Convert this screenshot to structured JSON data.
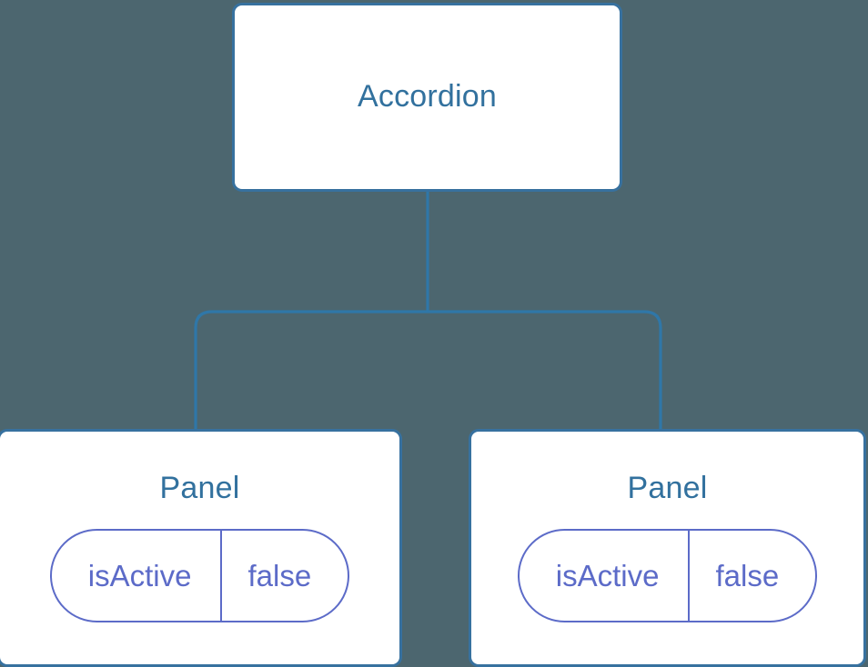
{
  "diagram": {
    "type": "component-tree",
    "background_color": "#4c666f",
    "node_border_color": "#37719f",
    "node_fill_color": "#ffffff",
    "title_color": "#32719e",
    "prop_color": "#5c6bc8",
    "edge_color": "#2f77a8",
    "root": {
      "label": "Accordion"
    },
    "children": [
      {
        "label": "Panel",
        "props": [
          {
            "key": "isActive",
            "value": "false"
          }
        ]
      },
      {
        "label": "Panel",
        "props": [
          {
            "key": "isActive",
            "value": "false"
          }
        ]
      }
    ],
    "edges": [
      {
        "from": "Accordion",
        "to": "Panel"
      },
      {
        "from": "Accordion",
        "to": "Panel"
      }
    ]
  }
}
